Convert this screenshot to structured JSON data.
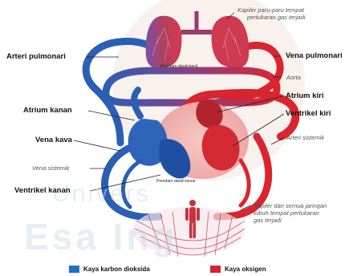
{
  "labels": {
    "arteri_pulmonari": "Arteri pulmonari",
    "atrium_kanan": "Atrium kanan",
    "vena_kava": "Vena kava",
    "vena_sistemik": "Vena sistemik",
    "ventrikel_kanan": "Ventrikel kanan",
    "kapiler_paru_1": "Kapiler paru-paru tempat",
    "kapiler_paru_2": "pertukaran gas terjadi",
    "vena_pulmonari": "Vena pulmonari",
    "aorta": "Aorta",
    "atrium_kiri": "Atrium kiri",
    "ventrikel_kiri": "Ventrikel kiri",
    "arteri_sistemik": "Arteri sistemik",
    "kapiler_tubuh_1": "Kapiler dari semua jaringan",
    "kapiler_tubuh_2": "tubuh tempat pertukaran",
    "kapiler_tubuh_3": "gas terjadi",
    "peredaran_kecil": "Peredarn darah kecil",
    "peredaran_besar": "Peredarn darah besar"
  },
  "legend": {
    "blue_label": "Kaya karbon dioksida",
    "red_label": "Kaya oksigen"
  },
  "watermark": {
    "line1": "Univers",
    "line2": "Esa Ing"
  },
  "colors": {
    "oxygen_poor": "#2b5fb3",
    "oxygen_rich": "#d9252e",
    "legend_blue": "#1f6fc2",
    "legend_red": "#d8222c",
    "lung": "#c23a55",
    "heart_pink": "#f2b4b4"
  }
}
